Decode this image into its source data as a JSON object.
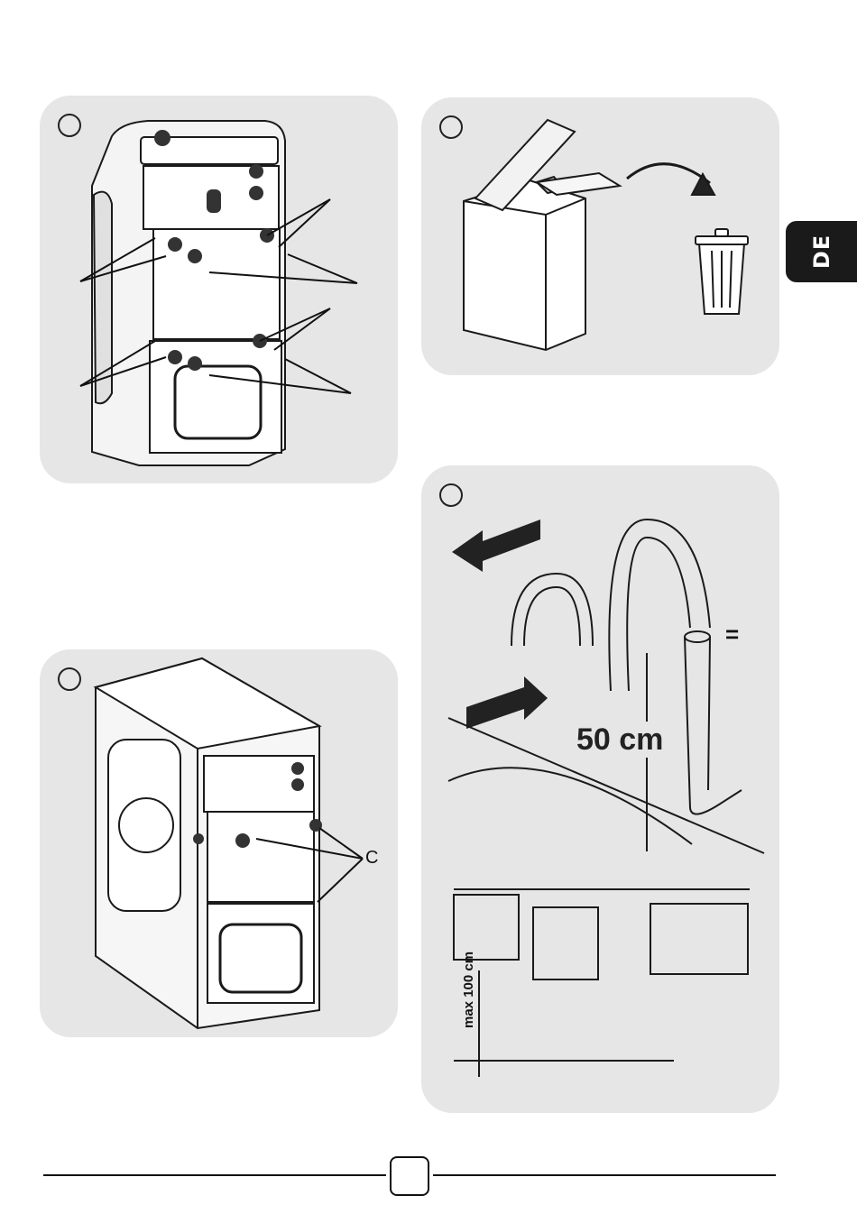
{
  "language_tab": "DE",
  "callouts": {
    "c_label": "C",
    "height_label": "50 cm",
    "max_height_label": "max 100 cm",
    "equal_sign": "="
  }
}
